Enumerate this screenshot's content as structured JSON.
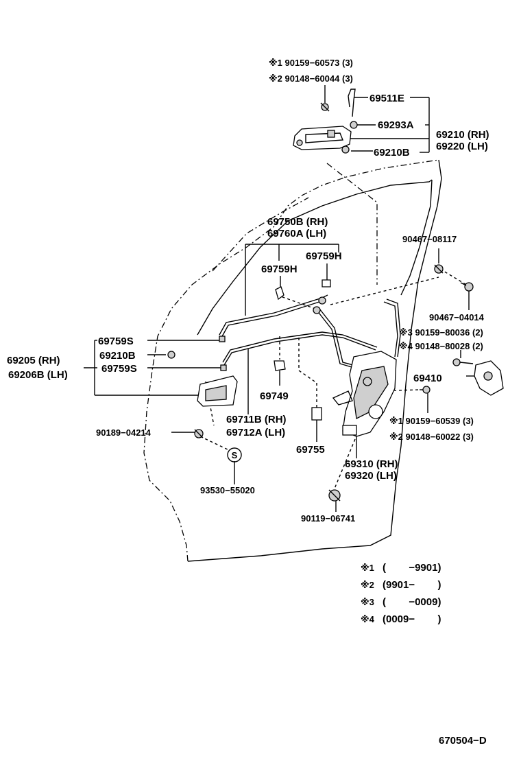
{
  "labels": {
    "p1a": "※1 90159−60573 (3)",
    "p1b": "※2 90148−60044 (3)",
    "p69511E": "69511E",
    "p69293A": "69293A",
    "p69210rh": "69210 (RH)",
    "p69220lh": "69220 (LH)",
    "p69210B_top": "69210B",
    "p69750B": "69750B (RH)",
    "p69760A": "69760A (LH)",
    "p69759H_r": "69759H",
    "p69759H_l": "69759H",
    "p90467_08117": "90467−08117",
    "p90467_04014": "90467−04014",
    "p3": "※3  90159−80036 (2)",
    "p4": "※4  90148−80028 (2)",
    "p69759S_a": "69759S",
    "p69210B_mid": "69210B",
    "p69759S_b": "69759S",
    "p69205": "69205   (RH)",
    "p69206B": "69206B (LH)",
    "p69410": "69410",
    "p69749": "69749",
    "p69711B": "69711B (RH)",
    "p69712A": "69712A (LH)",
    "p90189": "90189−04214",
    "p5": "※1  90159−60539 (3)",
    "p6": "※2  90148−60022 (3)",
    "p69755": "69755",
    "p69310": "69310 (RH)",
    "p69320": "69320 (LH)",
    "pS": "S",
    "p93530": "93530−55020",
    "p90119": "90119−06741",
    "figno": "670504−D"
  },
  "notes": [
    {
      "mark": "※1",
      "text": "(        −9901)"
    },
    {
      "mark": "※2",
      "text": "(9901−        )"
    },
    {
      "mark": "※3",
      "text": "(        −0009)"
    },
    {
      "mark": "※4",
      "text": "(0009−        )"
    }
  ]
}
